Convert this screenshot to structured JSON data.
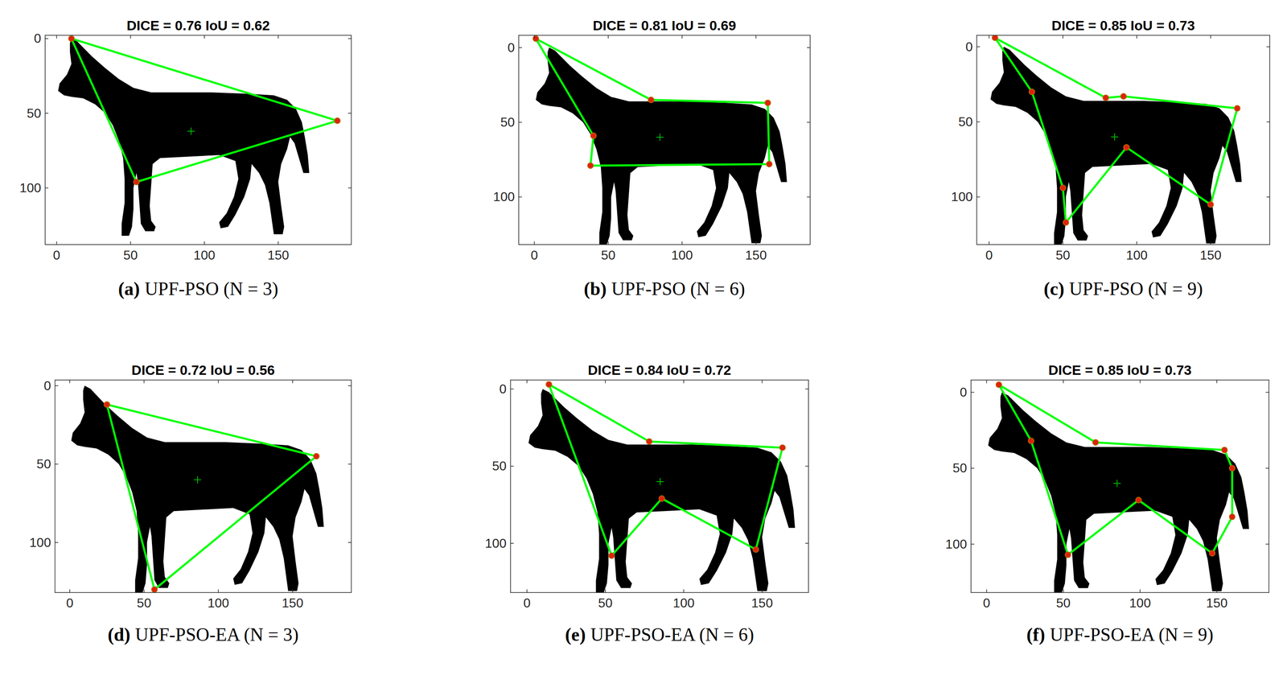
{
  "diagram": {
    "labels": [
      "DICE = 0.76 IoU = 0.62",
      "0",
      "50",
      "100",
      "0",
      "50",
      "100",
      "150",
      "(a)",
      "UPF-PSO (N = 3)",
      "DICE = 0.81 IoU = 0.69",
      "0",
      "50",
      "100",
      "0",
      "50",
      "100",
      "150",
      "(b)",
      "UPF-PSO (N = 6)",
      "DICE = 0.85 IoU = 0.73",
      "0",
      "50",
      "100",
      "0",
      "50",
      "100",
      "150",
      "(c)",
      "UPF-PSO (N = 9)",
      "DICE = 0.72 IoU = 0.56",
      "0",
      "50",
      "100",
      "0",
      "50",
      "100",
      "150",
      "(d)",
      "UPF-PSO-EA (N = 3)",
      "DICE = 0.84 IoU = 0.72",
      "0",
      "50",
      "100",
      "0",
      "50",
      "100",
      "150",
      "(e)",
      "UPF-PSO-EA (N = 6)",
      "DICE = 0.85 IoU = 0.73",
      "0",
      "50",
      "100",
      "0",
      "50",
      "100",
      "150",
      "(f)",
      "UPF-PSO-EA (N = 9)"
    ]
  }
}
